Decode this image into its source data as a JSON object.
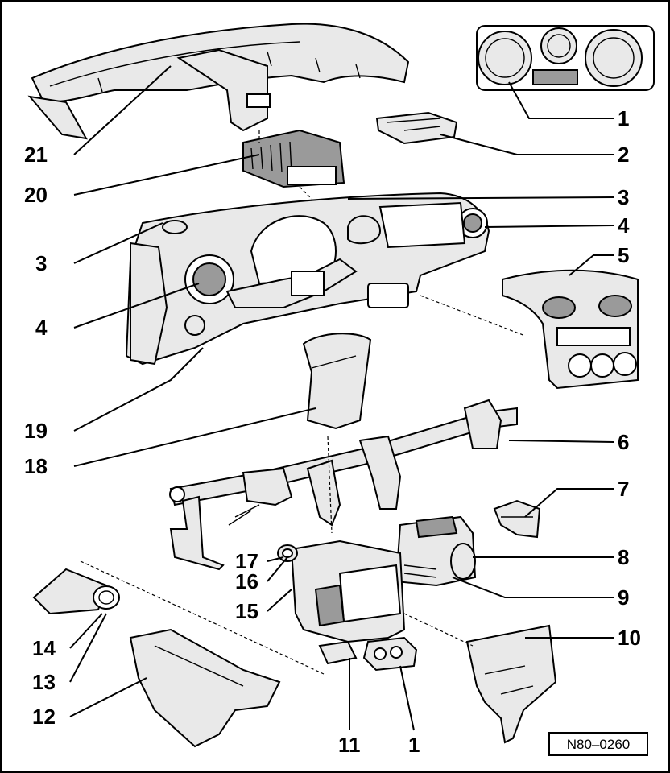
{
  "diagram": {
    "reference_code": "N80–0260",
    "callouts": [
      "1",
      "2",
      "3",
      "4",
      "5",
      "6",
      "7",
      "8",
      "9",
      "10",
      "11",
      "12",
      "13",
      "14",
      "15",
      "16",
      "17",
      "18",
      "19",
      "20",
      "21"
    ],
    "callout_labels": {
      "c1_top": "1",
      "c2": "2",
      "c3_right": "3",
      "c4_right": "4",
      "c5": "5",
      "c6": "6",
      "c7": "7",
      "c8": "8",
      "c9": "9",
      "c10": "10",
      "c21": "21",
      "c20": "20",
      "c3_left": "3",
      "c4_left": "4",
      "c19": "19",
      "c18": "18",
      "c17": "17",
      "c16": "16",
      "c15": "15",
      "c14": "14",
      "c13": "13",
      "c12": "12",
      "c11": "11",
      "c1_bottom": "1"
    }
  }
}
